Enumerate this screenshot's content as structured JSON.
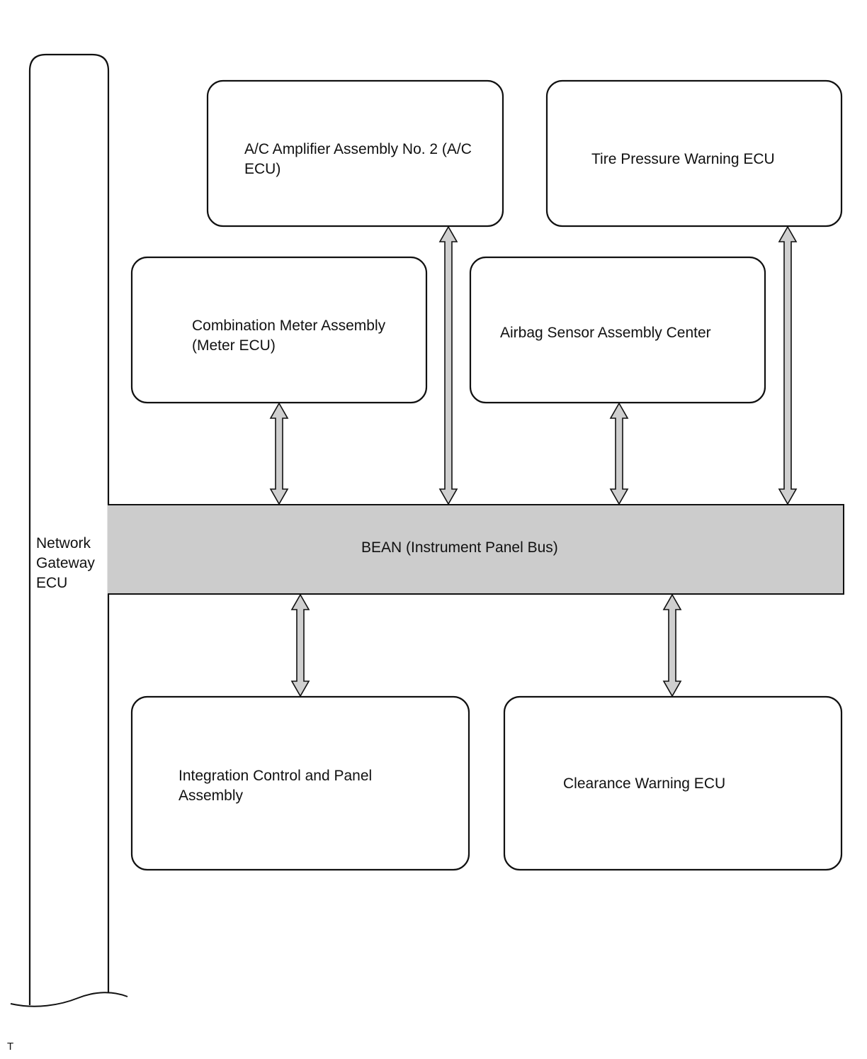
{
  "gateway": {
    "label": "Network\nGateway\nECU"
  },
  "bus": {
    "label": "BEAN (Instrument Panel Bus)",
    "fill": "#cccccc"
  },
  "nodes": {
    "ac_amplifier": "A/C Amplifier Assembly No. 2 (A/C\nECU)",
    "tire_pressure": "Tire Pressure Warning ECU",
    "combination_meter": "Combination Meter Assembly\n(Meter ECU)",
    "airbag_sensor": "Airbag Sensor Assembly Center",
    "integration_control": "Integration Control and Panel\nAssembly",
    "clearance_warning": "Clearance Warning ECU"
  },
  "footer": {
    "mark": "T"
  },
  "colors": {
    "stroke": "#111111",
    "arrow_fill": "#cfcfcf"
  }
}
